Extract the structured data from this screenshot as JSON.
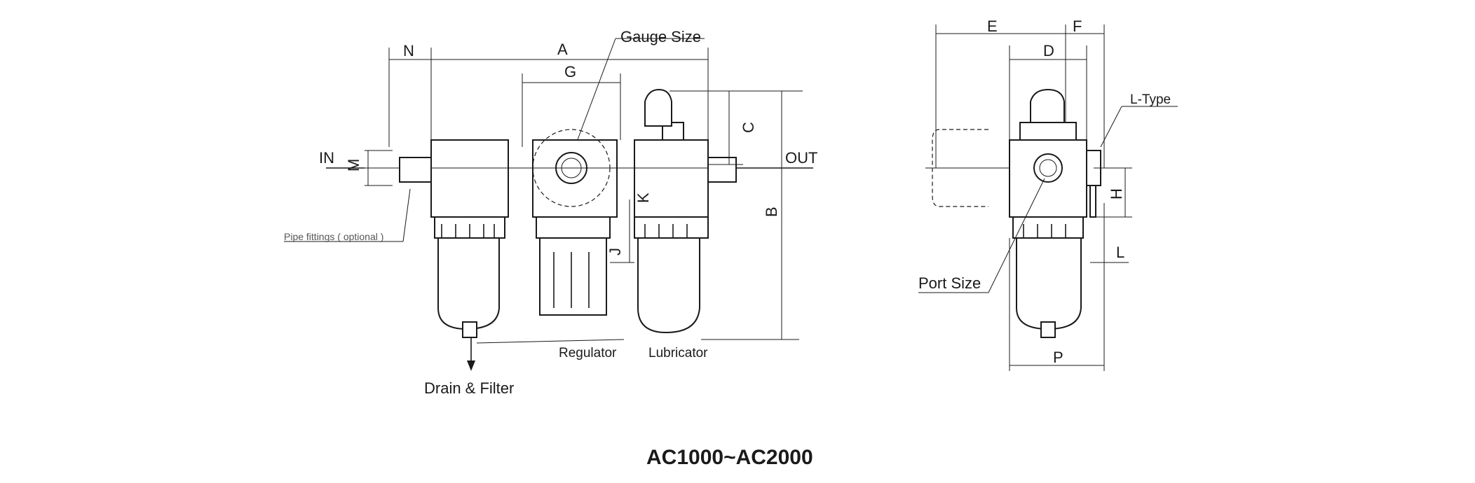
{
  "diagram": {
    "dimension_labels": {
      "N": "N",
      "A": "A",
      "G": "G",
      "C": "C",
      "B": "B",
      "M": "M",
      "K": "K",
      "J": "J",
      "E": "E",
      "F": "F",
      "D": "D",
      "H": "H",
      "L": "L",
      "P": "P"
    },
    "callouts": {
      "gauge_size": "Gauge Size",
      "in": "IN",
      "out": "OUT",
      "pipe_fittings": "Pipe fittings ( optional )",
      "regulator": "Regulator",
      "lubricator": "Lubricator",
      "drain_filter": "Drain & Filter",
      "l_type": "L-Type",
      "port_size": "Port Size"
    },
    "model_title": "AC1000~AC2000"
  }
}
